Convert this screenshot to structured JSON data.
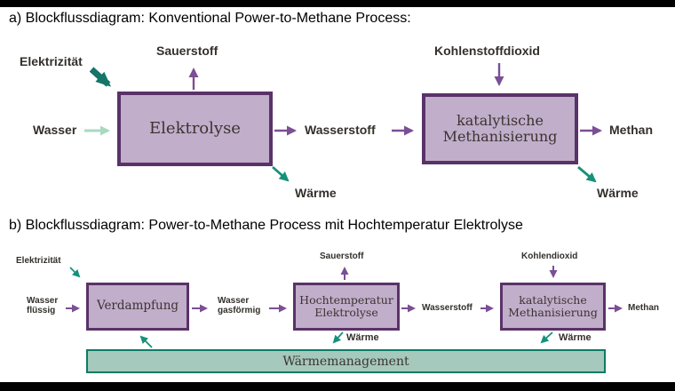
{
  "palette": {
    "background": "#ffffff",
    "letterbox-bar": "#000000",
    "title-text": "#000000",
    "label-text": "#33302b",
    "box-text": "#3d3330",
    "purple-box-fill": "#c0aecb",
    "purple-box-border": "#5a3268",
    "purple-arrow": "#7b4f94",
    "teal-dark-arrow": "#147568",
    "teal-arrow": "#169179",
    "mint-arrow": "#a9d9c1",
    "heat-box-fill": "#a5c9bc",
    "heat-box-border": "#0d7b67"
  },
  "diagram_a": {
    "title": "a) Blockflussdiagram: Konventional Power-to-Methane Process:",
    "boxes": {
      "electrolysis": "Elektrolyse",
      "methanation": [
        "katalytische",
        "Methanisierung"
      ]
    },
    "labels": {
      "electricity": "Elektrizität",
      "oxygen": "Sauerstoff",
      "water": "Wasser",
      "hydrogen": "Wasserstoff",
      "carbon_dioxide": "Kohlenstoffdioxid",
      "methane": "Methan",
      "heat_electrolysis": "Wärme",
      "heat_methanation": "Wärme"
    }
  },
  "diagram_b": {
    "title": "b) Blockflussdiagram: Power-to-Methane Process mit Hochtemperatur Elektrolyse",
    "boxes": {
      "evaporation": "Verdampfung",
      "ht_electrolysis": [
        "Hochtemperatur",
        "Elektrolyse"
      ],
      "methanation": [
        "katalytische",
        "Methanisierung"
      ],
      "heat_management": "Wärmemanagement"
    },
    "labels": {
      "electricity": "Elektrizität",
      "water_liquid": [
        "Wasser",
        "flüssig"
      ],
      "water_gaseous": [
        "Wasser",
        "gasförmig"
      ],
      "oxygen": "Sauerstoff",
      "hydrogen": "Wasserstoff",
      "carbon_dioxide": "Kohlendioxid",
      "methane": "Methan",
      "heat_electrolysis": "Wärme",
      "heat_methanation": "Wärme"
    }
  }
}
